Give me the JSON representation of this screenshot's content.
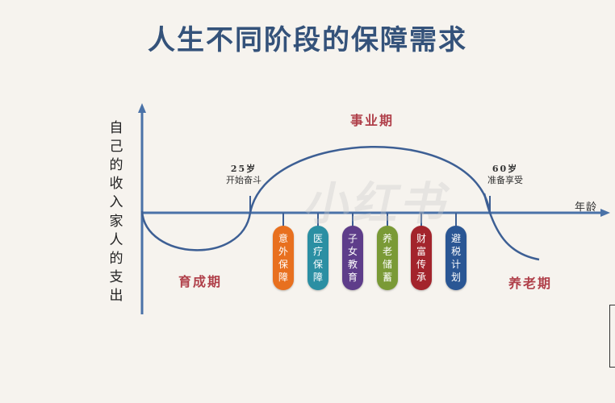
{
  "title": "人生不同阶段的保障需求",
  "y_axis": {
    "income_label": "自己的收入",
    "expense_label": "家人的支出"
  },
  "x_axis": {
    "label": "年龄"
  },
  "milestones": [
    {
      "age": "25岁",
      "text": "开始奋斗"
    },
    {
      "age": "60岁",
      "text": "准备享受"
    }
  ],
  "stages": {
    "growth": "育成期",
    "career": "事业期",
    "retirement": "养老期"
  },
  "needs": [
    {
      "label": "意外保障",
      "color": "#e8701f"
    },
    {
      "label": "医疗保障",
      "color": "#2b8fa3"
    },
    {
      "label": "子女教育",
      "color": "#5e3d8a"
    },
    {
      "label": "养老储蓄",
      "color": "#7a9a36"
    },
    {
      "label": "财富传承",
      "color": "#a3242c"
    },
    {
      "label": "避税计划",
      "color": "#2a5694"
    }
  ],
  "colors": {
    "axis": "#4a72a8",
    "curve": "#3d5f94",
    "title": "#34527a",
    "stage": "#b0404a"
  },
  "watermark": "小红书"
}
